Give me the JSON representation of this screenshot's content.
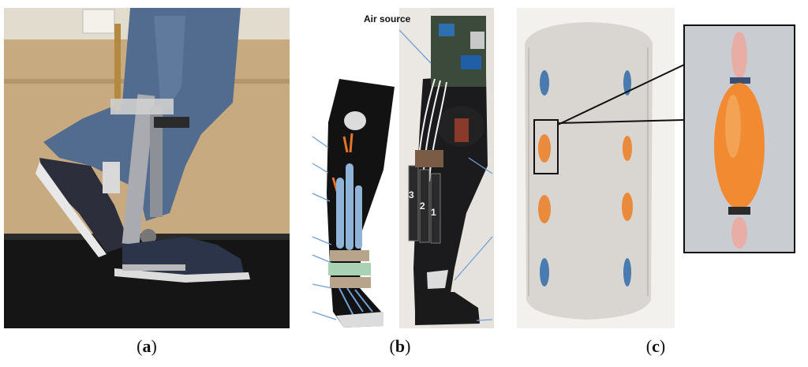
{
  "panels": [
    {
      "id": "a",
      "caption_open": "(",
      "caption_letter": "a",
      "caption_close": ")"
    },
    {
      "id": "b",
      "caption_open": "(",
      "caption_letter": "b",
      "caption_close": ")"
    },
    {
      "id": "c",
      "caption_open": "(",
      "caption_letter": "c",
      "caption_close": ")"
    }
  ],
  "panel_b": {
    "air_source_label": "Air source",
    "actuator_numbers": [
      "3",
      "2",
      "1"
    ]
  },
  "colors": {
    "wall": "#c9ab82",
    "treadmill": "#141414",
    "jeans": "#4f6a8e",
    "sleeve_black": "#121212",
    "actuator_blue": "#8fb4d8",
    "tendon_orange": "#e8742a",
    "arrow_blue": "#6f9fd8",
    "cylinder": "#d7d4cf",
    "balloon_orange": "#e98a3d"
  }
}
